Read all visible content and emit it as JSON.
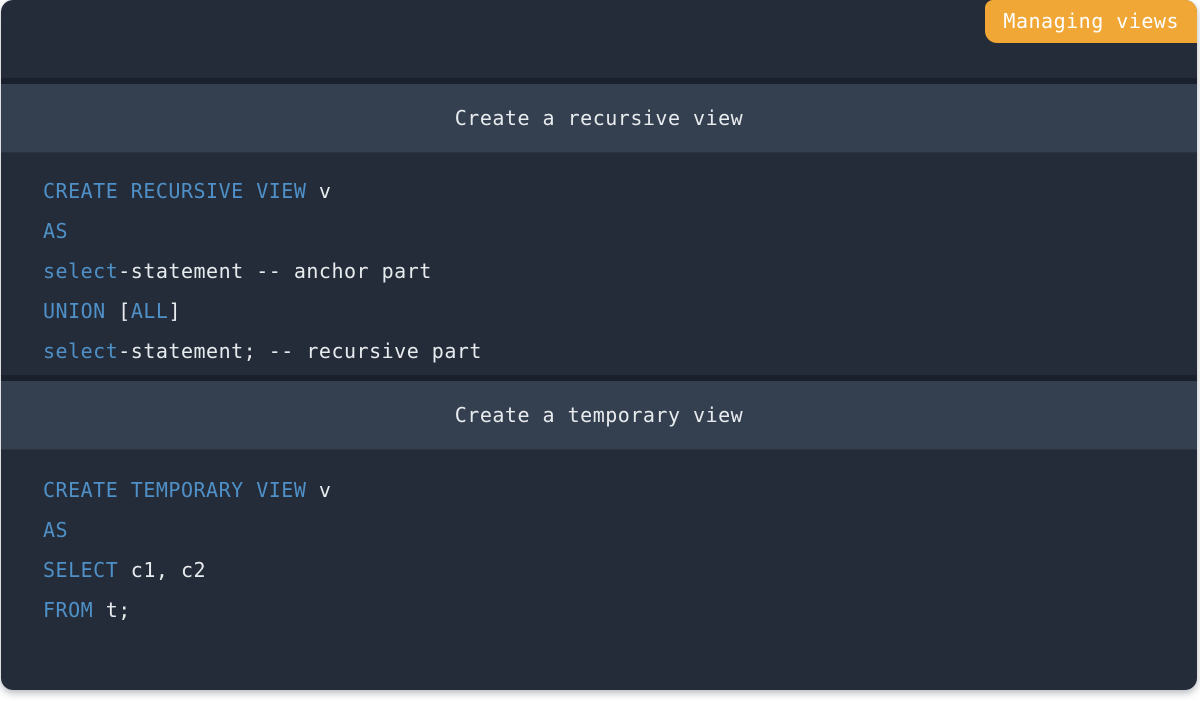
{
  "badge": {
    "label": "Managing views"
  },
  "colors": {
    "page_bg": "#ffffff",
    "card_bg": "#242c39",
    "bar_bg": "#344050",
    "bar_border": "#1b212c",
    "badge_bg": "#f0a735",
    "badge_text": "#fefefe",
    "keyword": "#4e90c7",
    "plain": "#e8ebee"
  },
  "sections": [
    {
      "title": "Create a recursive view",
      "code_lines": [
        {
          "tokens": [
            {
              "text": "CREATE RECURSIVE VIEW",
              "type": "keyword"
            },
            {
              "text": " v",
              "type": "plain"
            }
          ]
        },
        {
          "tokens": [
            {
              "text": "AS",
              "type": "keyword"
            }
          ]
        },
        {
          "tokens": [
            {
              "text": "select",
              "type": "keyword"
            },
            {
              "text": "-statement -- anchor part",
              "type": "plain"
            }
          ]
        },
        {
          "tokens": [
            {
              "text": "UNION",
              "type": "keyword"
            },
            {
              "text": " [",
              "type": "plain"
            },
            {
              "text": "ALL",
              "type": "keyword"
            },
            {
              "text": "]",
              "type": "plain"
            }
          ]
        },
        {
          "tokens": [
            {
              "text": "select",
              "type": "keyword"
            },
            {
              "text": "-statement; -- recursive part",
              "type": "plain"
            }
          ]
        }
      ]
    },
    {
      "title": "Create a temporary view",
      "code_lines": [
        {
          "tokens": [
            {
              "text": "CREATE TEMPORARY VIEW",
              "type": "keyword"
            },
            {
              "text": " v",
              "type": "plain"
            }
          ]
        },
        {
          "tokens": [
            {
              "text": "AS",
              "type": "keyword"
            }
          ]
        },
        {
          "tokens": [
            {
              "text": "SELECT",
              "type": "keyword"
            },
            {
              "text": " c1, c2",
              "type": "plain"
            }
          ]
        },
        {
          "tokens": [
            {
              "text": "FROM",
              "type": "keyword"
            },
            {
              "text": " t;",
              "type": "plain"
            }
          ]
        }
      ]
    }
  ]
}
